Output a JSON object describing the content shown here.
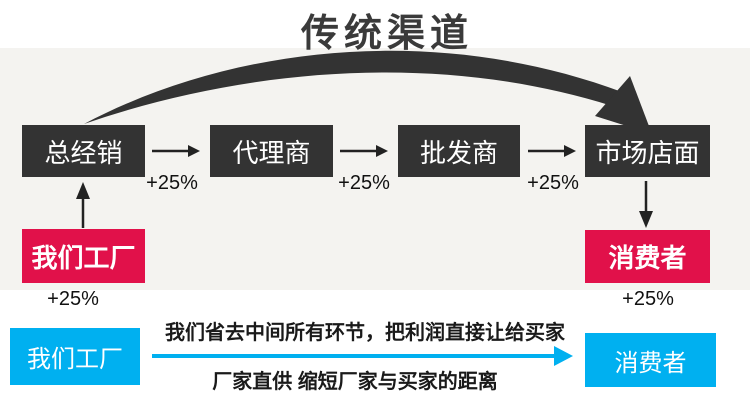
{
  "title": "传统渠道",
  "colors": {
    "dark_box": "#333333",
    "red_box": "#e1114a",
    "cyan_box": "#00b0f0",
    "band_background": "#f4f3f0",
    "arrow_dark": "#333333"
  },
  "traditional": {
    "nodes": [
      "总经销",
      "代理商",
      "批发商",
      "市场店面"
    ],
    "markups": [
      "+25%",
      "+25%",
      "+25%"
    ],
    "factory": "我们工厂",
    "factory_markup": "+25%",
    "consumer": "消费者",
    "consumer_markup": "+25%"
  },
  "direct": {
    "factory": "我们工厂",
    "consumer": "消费者",
    "slogan_top": "我们省去中间所有环节，把利润直接让给买家",
    "slogan_bottom": "厂家直供 缩短厂家与买家的距离"
  }
}
